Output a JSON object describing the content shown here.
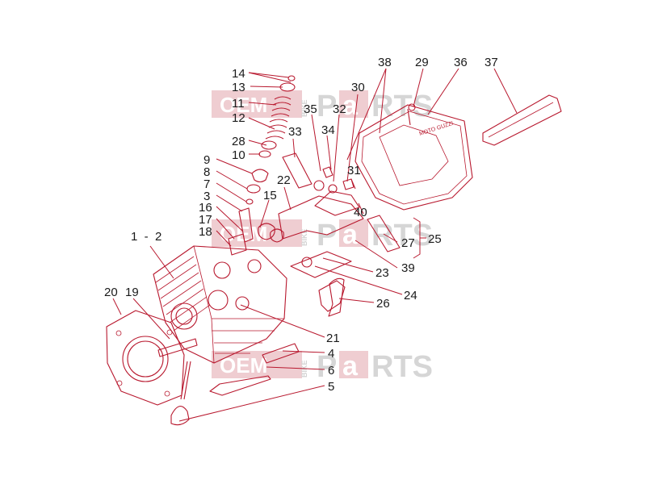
{
  "watermark": {
    "brand_oem": "OEM",
    "brand_bike": "BIKE",
    "brand_p": "P",
    "brand_a": "a",
    "brand_rts": "RTS",
    "color_red": "#d9384a",
    "color_grey": "#9a9a9a"
  },
  "callouts": [
    {
      "id": "14",
      "text": "14"
    },
    {
      "id": "13",
      "text": "13"
    },
    {
      "id": "11",
      "text": "11"
    },
    {
      "id": "12",
      "text": "12"
    },
    {
      "id": "28",
      "text": "28"
    },
    {
      "id": "10",
      "text": "10"
    },
    {
      "id": "9",
      "text": "9"
    },
    {
      "id": "8",
      "text": "8"
    },
    {
      "id": "7",
      "text": "7"
    },
    {
      "id": "3",
      "text": "3"
    },
    {
      "id": "16",
      "text": "16"
    },
    {
      "id": "17",
      "text": "17"
    },
    {
      "id": "18",
      "text": "18"
    },
    {
      "id": "15",
      "text": "15"
    },
    {
      "id": "1-2",
      "text": "1  -  2"
    },
    {
      "id": "20",
      "text": "20"
    },
    {
      "id": "19",
      "text": "19"
    },
    {
      "id": "33",
      "text": "33"
    },
    {
      "id": "22",
      "text": "22"
    },
    {
      "id": "35",
      "text": "35"
    },
    {
      "id": "32",
      "text": "32"
    },
    {
      "id": "34",
      "text": "34"
    },
    {
      "id": "30",
      "text": "30"
    },
    {
      "id": "38",
      "text": "38"
    },
    {
      "id": "29",
      "text": "29"
    },
    {
      "id": "36",
      "text": "36"
    },
    {
      "id": "37",
      "text": "37"
    },
    {
      "id": "31",
      "text": "31"
    },
    {
      "id": "40",
      "text": "40"
    },
    {
      "id": "27",
      "text": "27"
    },
    {
      "id": "25",
      "text": "25"
    },
    {
      "id": "23",
      "text": "23"
    },
    {
      "id": "39",
      "text": "39"
    },
    {
      "id": "24",
      "text": "24"
    },
    {
      "id": "26",
      "text": "26"
    },
    {
      "id": "21",
      "text": "21"
    },
    {
      "id": "4",
      "text": "4"
    },
    {
      "id": "6",
      "text": "6"
    },
    {
      "id": "5",
      "text": "5"
    }
  ],
  "cover_marking": "MOTO GUZZI",
  "line_color": "#b8182e"
}
